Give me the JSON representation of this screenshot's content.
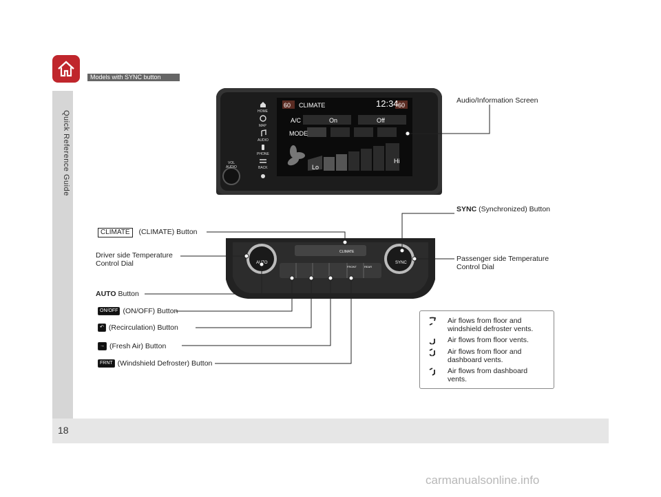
{
  "sidebar": {
    "label": "Quick Reference Guide"
  },
  "model_tag": "Models with SYNC button",
  "page_number": "18",
  "watermark": "carmanualsonline.info",
  "screen_unit": {
    "left_buttons": [
      "HOME",
      "MAP",
      "AUDIO",
      "PHONE",
      "BACK"
    ],
    "vol_label": "VOL",
    "audio_label": "AUDIO",
    "screen": {
      "left_temp": "60",
      "title": "CLIMATE",
      "time": "12:34",
      "right_temp": "60",
      "ac_label": "A/C",
      "on_label": "On",
      "off_label": "Off",
      "mode_label": "MODE",
      "lo_label": "Lo",
      "hi_label": "Hi"
    }
  },
  "labels": {
    "audio_screen": "Audio/Information Screen",
    "sync_bold": "SYNC",
    "sync_rest": " (Synchronized) Button",
    "climate_badge": "CLIMATE",
    "climate_rest": " (CLIMATE) Button",
    "driver_temp_1": "Driver side Temperature",
    "driver_temp_2": "Control Dial",
    "passenger_temp_1": "Passenger side Temperature",
    "passenger_temp_2": "Control Dial",
    "auto_bold": "AUTO",
    "auto_rest": " Button",
    "onoff": "(ON/OFF) Button",
    "recirc": "(Recirculation) Button",
    "fresh": "(Fresh Air) Button",
    "defrost": "(Windshield Defroster) Button"
  },
  "control_panel": {
    "climate_btn": "CLIMATE",
    "auto_label": "AUTO",
    "sync_label": "SYNC",
    "front_label": "FRONT",
    "rear_label": "REAR"
  },
  "legend": [
    {
      "icon": "floor-windshield-icon",
      "line1": "Air flows from floor and",
      "line2": "windshield defroster vents."
    },
    {
      "icon": "floor-icon",
      "line1": "Air flows from floor vents.",
      "line2": ""
    },
    {
      "icon": "floor-dashboard-icon",
      "line1": "Air flows from floor and",
      "line2": "dashboard vents."
    },
    {
      "icon": "dashboard-icon",
      "line1": "Air flows from dashboard",
      "line2": "vents."
    }
  ],
  "colors": {
    "home_red": "#c0262c",
    "sidebar_gray": "#d6d6d6",
    "screen_black": "#0b0b0b"
  }
}
